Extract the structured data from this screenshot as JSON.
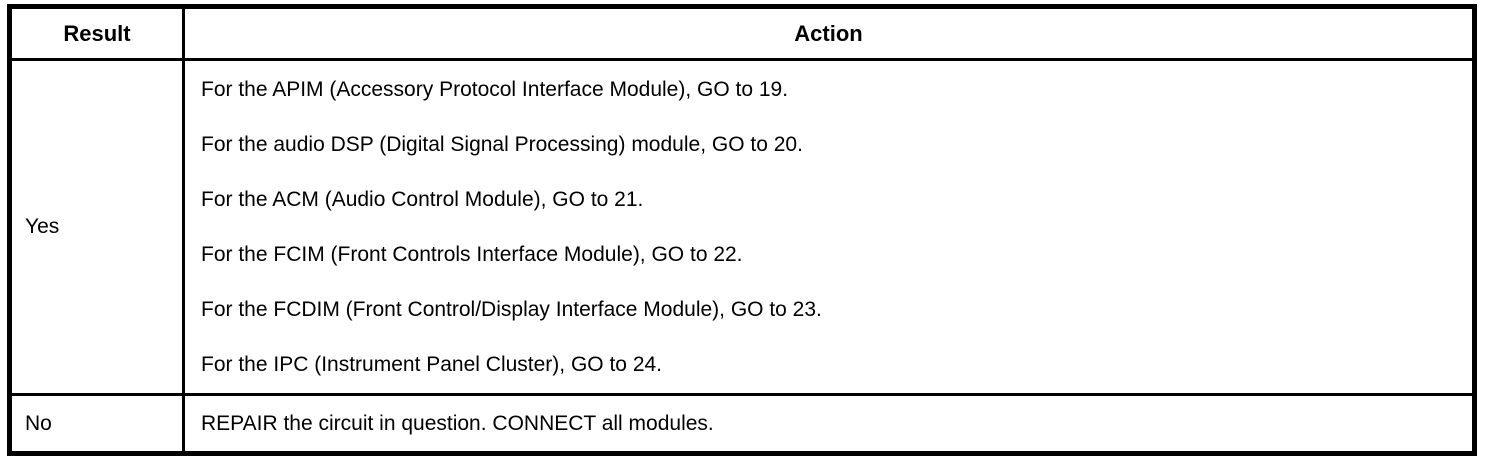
{
  "table": {
    "headers": {
      "result": "Result",
      "action": "Action"
    },
    "rows": [
      {
        "result": "Yes",
        "actions": [
          "For the APIM (Accessory Protocol Interface Module), GO to 19.",
          "For the audio DSP (Digital Signal Processing) module, GO to 20.",
          "For the ACM (Audio Control Module), GO to 21.",
          "For the FCIM (Front Controls Interface Module), GO to 22.",
          "For the FCDIM (Front Control/Display Interface Module), GO to 23.",
          "For the IPC (Instrument Panel Cluster), GO to 24."
        ]
      },
      {
        "result": "No",
        "actions": [
          "REPAIR the circuit in question. CONNECT all modules."
        ]
      }
    ],
    "colors": {
      "border": "#000000",
      "text": "#000000",
      "background": "#ffffff"
    }
  }
}
